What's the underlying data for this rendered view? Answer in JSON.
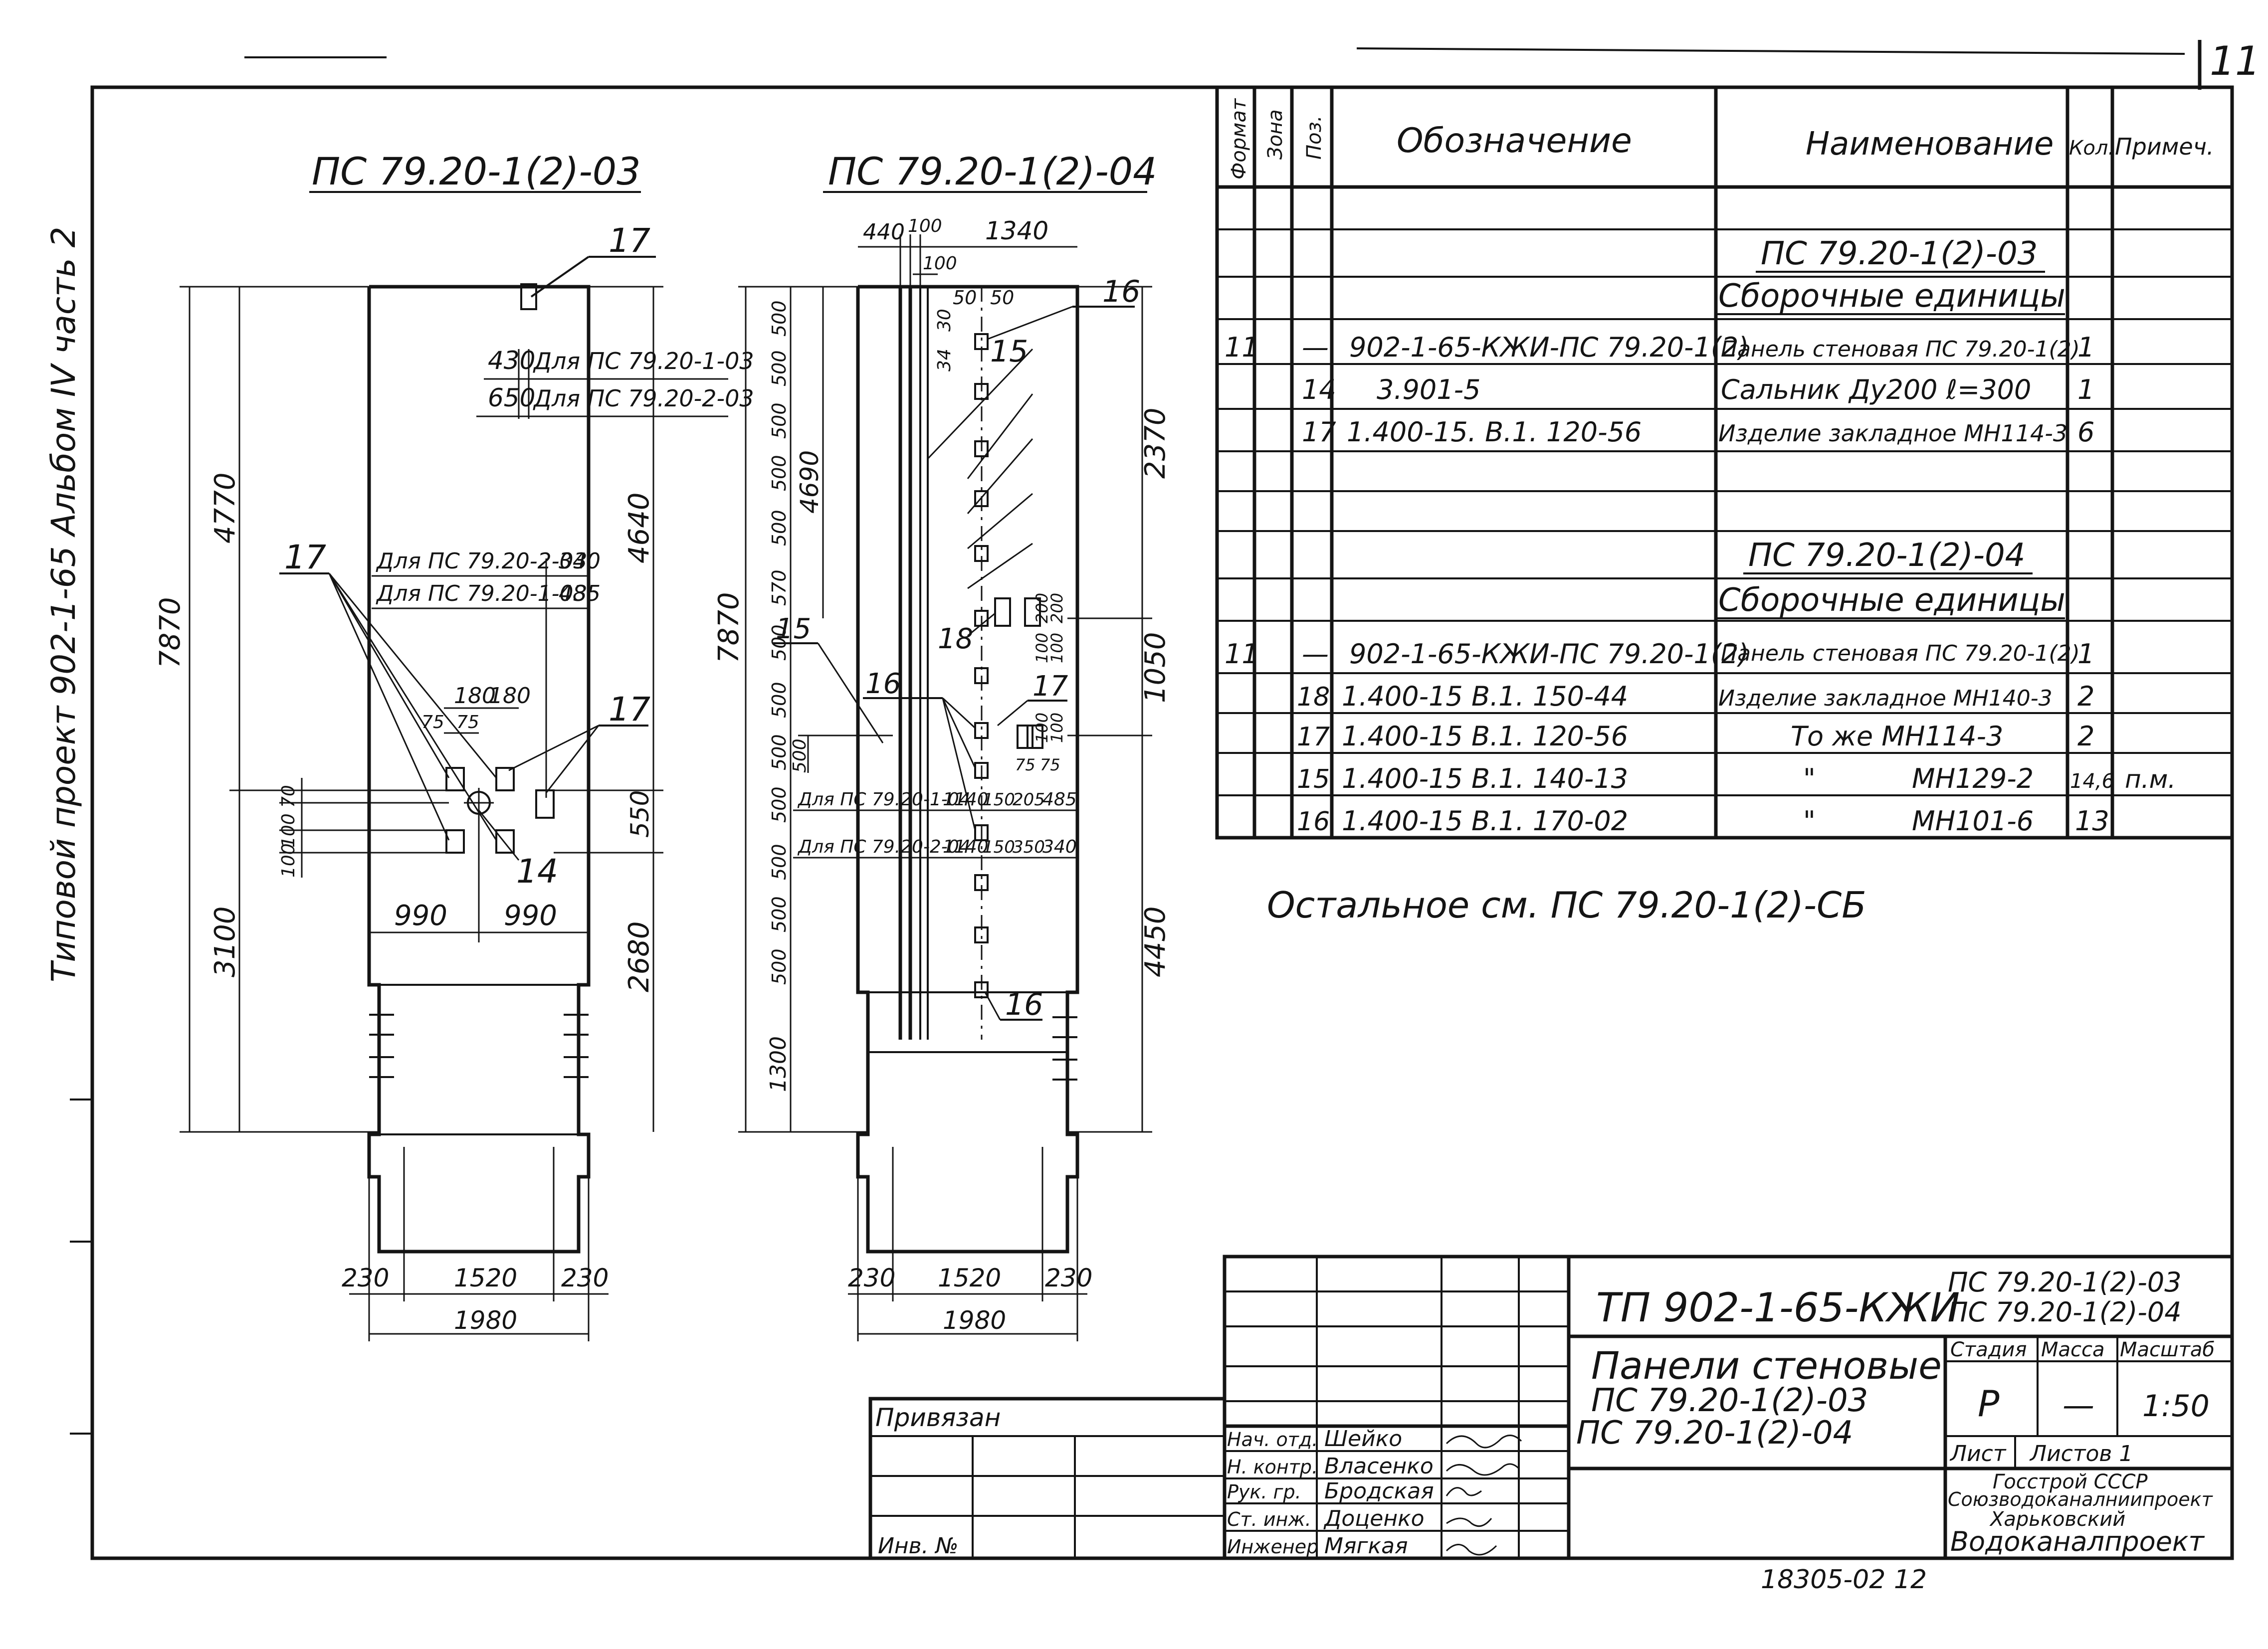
{
  "sheet": {
    "sheet_number": "11",
    "side_title": "Типовой проект 902-1-65   Альбом IV часть 2",
    "notes": "Остальное   см. ПС 79.20-1(2)-СБ",
    "footer_code": "18305-02  12"
  },
  "panel_03": {
    "title": "ПС 79.20-1(2)-03",
    "dims": {
      "h_total": "7870",
      "h_upper": "4770",
      "h_lower": "3100",
      "h_right": "4640",
      "h_mid": "550",
      "h_bottom": "2680",
      "w_left": "990",
      "w_right": "990",
      "base_left": "230",
      "base_mid": "1520",
      "base_right": "230",
      "base_total": "1980",
      "d180a": "180",
      "d180b": "180",
      "d75a": "75",
      "d75b": "75",
      "d70": "70",
      "d100a": "100",
      "d100b": "100"
    },
    "notes": [
      {
        "val": "430",
        "label": "Для ПС 79.20-1-03"
      },
      {
        "val": "650",
        "label": "Для ПС 79.20-2-03"
      },
      {
        "label": "Для ПС 79.20-2-03",
        "val": "340"
      },
      {
        "label": "Для ПС 79.20-1-03",
        "val": "485"
      }
    ],
    "callouts": [
      "17",
      "17",
      "17",
      "14"
    ]
  },
  "panel_04": {
    "title": "ПС 79.20-1(2)-04",
    "dims": {
      "top_440": "440",
      "top_100a": "100",
      "top_1340": "1340",
      "top_100b": "100",
      "d50a": "50",
      "d50b": "50",
      "d30": "30",
      "d34": "34",
      "h_total": "7870",
      "h_4690": "4690",
      "h_1300": "1300",
      "r_2370": "2370",
      "r_1050": "1050",
      "r_4450": "4450",
      "left_stack": [
        "500",
        "500",
        "500",
        "500",
        "500",
        "570",
        "500",
        "500",
        "500",
        "500",
        "500",
        "500",
        "500"
      ],
      "d500_inner": "500",
      "rd": [
        "200",
        "200",
        "100",
        "100",
        "100",
        "100",
        "75",
        "75"
      ],
      "base_left": "230",
      "base_mid": "1520",
      "base_right": "230",
      "base_total": "1980"
    },
    "notes": [
      {
        "label": "Для ПС 79.20-1-04",
        "vals": [
          "1140",
          "150",
          "205",
          "485"
        ]
      },
      {
        "label": "Для ПС 79.20-2-04",
        "vals": [
          "1140",
          "150",
          "350",
          "340"
        ]
      }
    ],
    "callouts": [
      "16",
      "15",
      "15",
      "16",
      "18",
      "17",
      "16"
    ]
  },
  "spec_table": {
    "headers": [
      "Формат",
      "Зона",
      "Поз.",
      "Обозначение",
      "Наименование",
      "Кол.",
      "Примеч."
    ],
    "sections": [
      {
        "title": "ПС 79.20-1(2)-03",
        "subtitle": "Сборочные единицы",
        "rows": [
          {
            "format": "11",
            "zone": "",
            "pos": "—",
            "designation": "902-1-65-КЖИ-ПС 79.20-1(2)",
            "name": "Панель стеновая ПС 79.20-1(2)",
            "qty": "1",
            "note": ""
          },
          {
            "format": "",
            "zone": "",
            "pos": "14",
            "designation": "3.901-5",
            "name": "Сальник Ду200 ℓ=300",
            "qty": "1",
            "note": ""
          },
          {
            "format": "",
            "zone": "",
            "pos": "17",
            "designation": "1.400-15. В.1. 120-56",
            "name": "Изделие закладное МН114-3",
            "qty": "6",
            "note": ""
          }
        ]
      },
      {
        "title": "ПС 79.20-1(2)-04",
        "subtitle": "Сборочные единицы",
        "rows": [
          {
            "format": "11",
            "zone": "",
            "pos": "—",
            "designation": "902-1-65-КЖИ-ПС 79.20-1(2)",
            "name": "Панель стеновая ПС 79.20-1(2)",
            "qty": "1",
            "note": ""
          },
          {
            "format": "",
            "zone": "",
            "pos": "18",
            "designation": "1.400-15 В.1. 150-44",
            "name": "Изделие закладное МН140-3",
            "qty": "2",
            "note": ""
          },
          {
            "format": "",
            "zone": "",
            "pos": "17",
            "designation": "1.400-15 В.1. 120-56",
            "name": "То же МН114-3",
            "qty": "2",
            "note": ""
          },
          {
            "format": "",
            "zone": "",
            "pos": "15",
            "designation": "1.400-15 В.1. 140-13",
            "name": "      МН129-2",
            "qty": "14,6",
            "note": "п.м."
          },
          {
            "format": "",
            "zone": "",
            "pos": "16",
            "designation": "1.400-15 В.1. 170-02",
            "name": "      МН101-6",
            "qty": "13",
            "note": ""
          }
        ],
        "ditto": "\""
      }
    ]
  },
  "title_block": {
    "doc_code": "ТП 902-1-65-КЖИ",
    "doc_sub1": "ПС 79.20-1(2)-03",
    "doc_sub2": "ПС 79.20-1(2)-04",
    "name_line1": "Панели стеновые",
    "name_line2": "ПС 79.20-1(2)-03",
    "name_line3": "ПС 79.20-1(2)-04",
    "stage_label": "Стадия",
    "mass_label": "Масса",
    "scale_label": "Масштаб",
    "stage": "Р",
    "mass": "—",
    "scale": "1:50",
    "sheet_label": "Лист",
    "sheets_label": "Листов 1",
    "org1": "Госстрой СССР",
    "org2": "Союзводоканалниипроект",
    "org3": "Харьковский",
    "org4": "Водоканалпроект",
    "attached": "Привязан",
    "inv": "Инв. №",
    "roles": [
      {
        "role": "Нач. отд.",
        "name": "Шейко"
      },
      {
        "role": "Н. контр.",
        "name": "Власенко"
      },
      {
        "role": "Рук. гр.",
        "name": "Бродская"
      },
      {
        "role": "Ст. инж.",
        "name": "Доценко"
      },
      {
        "role": "Инженер",
        "name": "Мягкая"
      }
    ]
  }
}
